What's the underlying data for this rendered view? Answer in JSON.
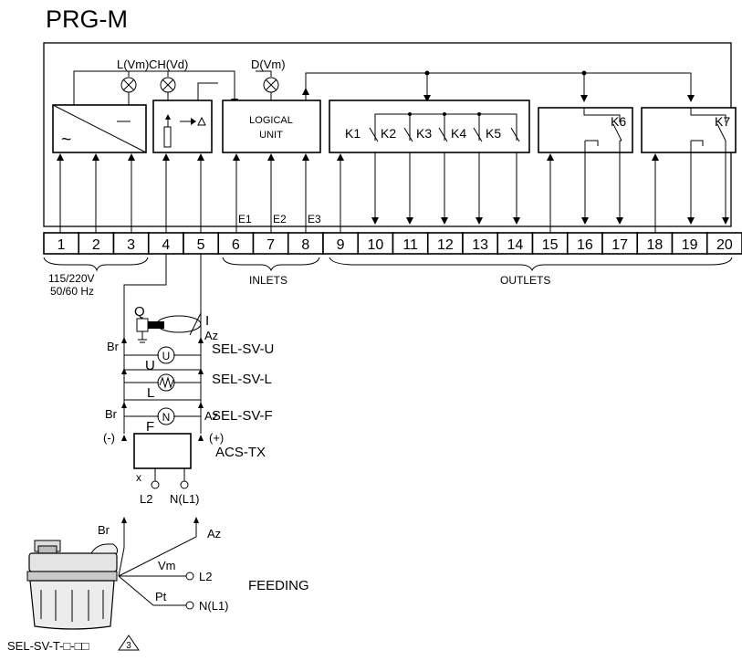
{
  "title": "PRG-M",
  "lamps": {
    "power": "L(Vm)",
    "flame": "CH(Vd)",
    "fault": "D(Vm)"
  },
  "logic_box": {
    "line1": "LOGICAL",
    "line2": "UNIT"
  },
  "power_symbols": {
    "dc": "—",
    "ac": "~"
  },
  "relays": [
    "K1",
    "K2",
    "K3",
    "K4",
    "K5",
    "K6",
    "K7"
  ],
  "inputs": [
    "E1",
    "E2",
    "E3"
  ],
  "terminals": [
    "1",
    "2",
    "3",
    "4",
    "5",
    "6",
    "7",
    "8",
    "9",
    "10",
    "11",
    "12",
    "13",
    "14",
    "15",
    "16",
    "17",
    "18",
    "19",
    "20"
  ],
  "groups": {
    "supply_line1": "115/220V",
    "supply_line2": "50/60 Hz",
    "inlets": "INLETS",
    "outlets": "OUTLETS"
  },
  "sensors": {
    "q": "Q",
    "i": "I",
    "u_letter": "U",
    "u_sym": "U",
    "l_letter": "L",
    "f_letter": "F",
    "f_sym": "N",
    "sel_sv_u": "SEL-SV-U",
    "sel_sv_l": "SEL-SV-L",
    "sel_sv_f": "SEL-SV-F"
  },
  "wire_labels": {
    "br1": "Br",
    "az1": "Az",
    "br2": "Br",
    "az2": "Az",
    "minus": "(-)",
    "plus": "(+)",
    "x": "x",
    "br3": "Br",
    "az3": "Az",
    "vm": "Vm",
    "pt": "Pt"
  },
  "acs": {
    "name": "ACS-TX",
    "l2": "L2",
    "n": "N(L1)"
  },
  "feeding": {
    "label": "FEEDING",
    "l2": "L2",
    "n": "N(L1)"
  },
  "model": {
    "code": "SEL-SV-T-□-□□",
    "note": "3"
  }
}
